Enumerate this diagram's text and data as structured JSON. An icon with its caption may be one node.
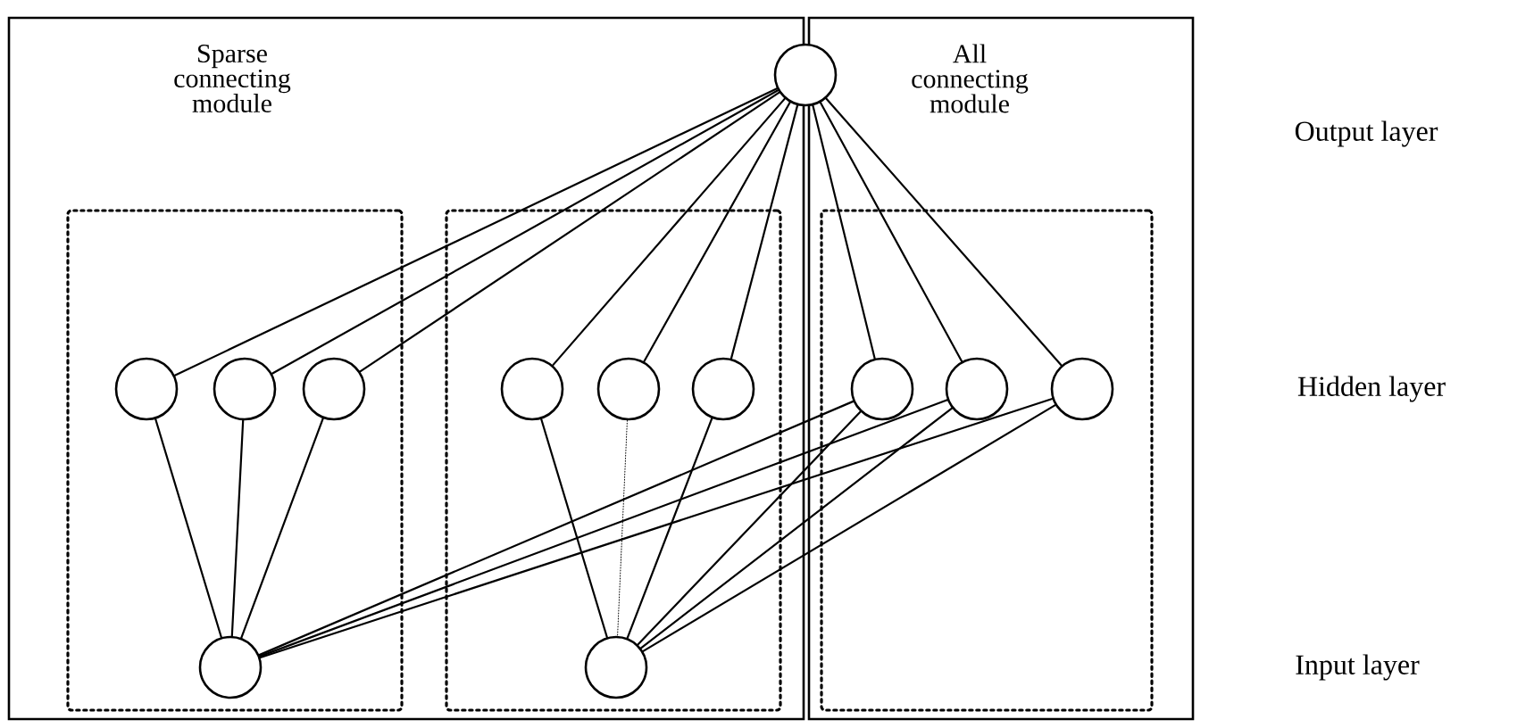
{
  "diagram": {
    "nodes": [
      {
        "text": [
          "Sparse connecting module"
        ]
      },
      {
        "text": [
          "All connecting module"
        ]
      },
      {
        "text": [],
        "shape": "circle"
      },
      {
        "text": [],
        "shape": "box",
        "in": 0
      },
      {
        "text": [],
        "shape": "box",
        "in": 0
      },
      {
        "text": [],
        "shape": "box",
        "in": 1
      },
      {
        "text": [],
        "shape": "circle",
        "in": 3
      },
      {
        "text": [],
        "shape": "circle",
        "in": 3
      },
      {
        "text": [],
        "shape": "circle",
        "in": 3
      },
      {
        "text": [],
        "shape": "circle",
        "in": 4
      },
      {
        "text": [],
        "shape": "circle",
        "in": 4
      },
      {
        "text": [],
        "shape": "circle",
        "in": 4
      },
      {
        "text": [],
        "shape": "circle",
        "in": 5
      },
      {
        "text": [],
        "shape": "circle",
        "in": 5
      },
      {
        "text": [],
        "shape": "circle",
        "in": 5
      },
      {
        "text": [],
        "shape": "circle",
        "in": 3
      },
      {
        "text": [],
        "shape": "circle",
        "in": 4
      }
    ],
    "edges": [
      {
        "from": 2,
        "to": 6,
        "arrow": "none"
      },
      {
        "from": 2,
        "to": 7,
        "arrow": "none"
      },
      {
        "from": 2,
        "to": 8,
        "arrow": "none"
      },
      {
        "from": 2,
        "to": 9,
        "arrow": "none"
      },
      {
        "from": 2,
        "to": 10,
        "arrow": "none"
      },
      {
        "from": 2,
        "to": 11,
        "arrow": "none"
      },
      {
        "from": 2,
        "to": 12,
        "arrow": "none"
      },
      {
        "from": 2,
        "to": 13,
        "arrow": "none"
      },
      {
        "from": 2,
        "to": 14,
        "arrow": "none"
      },
      {
        "from": 6,
        "to": 15,
        "arrow": "none"
      },
      {
        "from": 7,
        "to": 15,
        "arrow": "none"
      },
      {
        "from": 8,
        "to": 15,
        "arrow": "none"
      },
      {
        "from": 9,
        "to": 16,
        "arrow": "none"
      },
      {
        "from": 10,
        "to": 16,
        "arrow": "none",
        "style": "dashed"
      },
      {
        "from": 11,
        "to": 16,
        "arrow": "none"
      },
      {
        "from": 12,
        "to": 15,
        "arrow": "none"
      },
      {
        "from": 13,
        "to": 15,
        "arrow": "none"
      },
      {
        "from": 14,
        "to": 15,
        "arrow": "none"
      },
      {
        "from": 12,
        "to": 16,
        "arrow": "none"
      },
      {
        "from": 13,
        "to": 16,
        "arrow": "none"
      },
      {
        "from": 14,
        "to": 16,
        "arrow": "none"
      }
    ],
    "labels": [
      "Output layer",
      "Hidden layer",
      "Input layer"
    ]
  }
}
